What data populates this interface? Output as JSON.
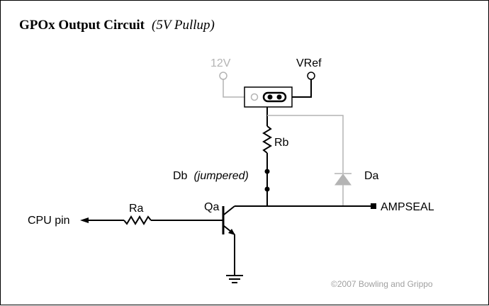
{
  "title": {
    "main": "GPOx Output Circuit",
    "sub": "(5V Pullup)"
  },
  "labels": {
    "v12": "12V",
    "vref": "VRef",
    "rb": "Rb",
    "db": "Db",
    "db_note": "(jumpered)",
    "da": "Da",
    "qa": "Qa",
    "ra": "Ra",
    "cpu": "CPU pin",
    "ampseal": "AMPSEAL"
  },
  "copyright": "©2007 Bowling and Grippo",
  "colors": {
    "line": "#000000",
    "inactive": "#b4b4b4",
    "copyright": "#a0a0a0"
  }
}
